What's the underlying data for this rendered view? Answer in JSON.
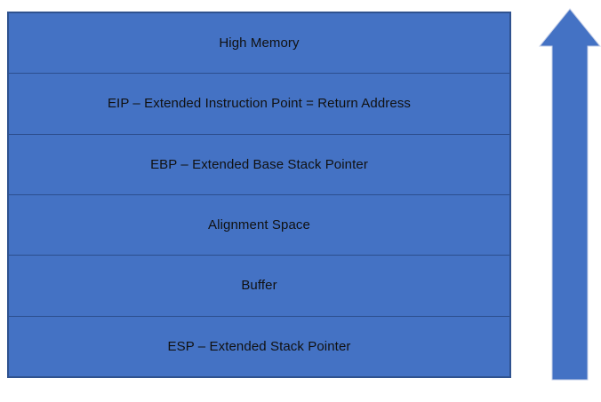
{
  "diagram": {
    "name": "stack-memory-layout",
    "blocks": [
      {
        "label": "High Memory"
      },
      {
        "label": "EIP – Extended Instruction Point = Return Address"
      },
      {
        "label": "EBP – Extended Base Stack Pointer"
      },
      {
        "label": "Alignment Space"
      },
      {
        "label": "Buffer"
      },
      {
        "label": "ESP – Extended Stack Pointer"
      }
    ],
    "arrow": {
      "direction": "up",
      "meaning": "toward high memory"
    },
    "colors": {
      "background": "#FFFFFF",
      "block_fill": "#4472C4",
      "block_border": "#2F528F",
      "divider": "#2C4E8E",
      "text": "#111111",
      "arrow_fill": "#4472C4",
      "arrow_outline": "#C6D0E8"
    }
  }
}
